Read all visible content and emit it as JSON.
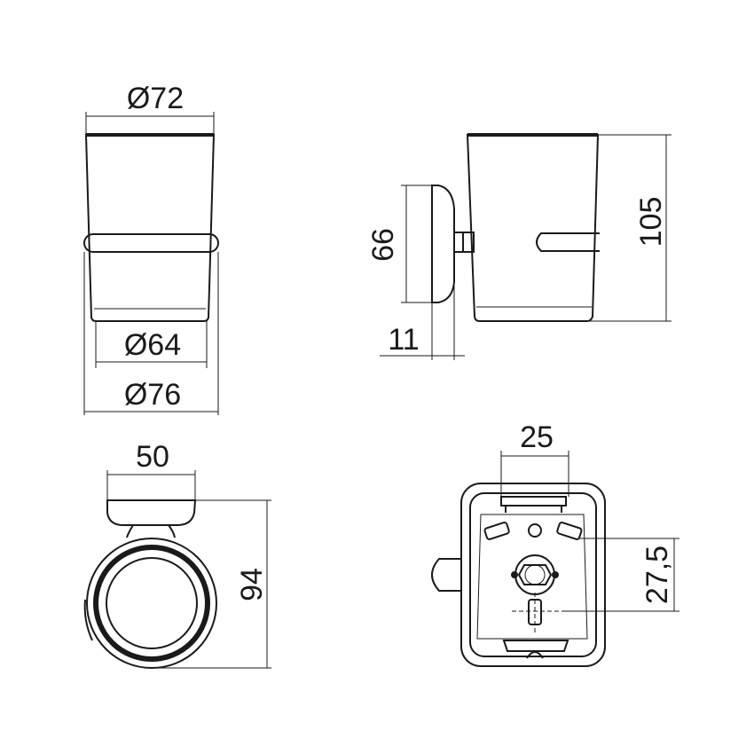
{
  "views": {
    "front": {
      "dims": {
        "top_diameter": "Ø72",
        "bottom_inner_diameter": "Ø64",
        "bottom_outer_diameter": "Ø76"
      }
    },
    "side": {
      "dims": {
        "plate_height": "66",
        "offset": "11",
        "total_height": "105"
      }
    },
    "top": {
      "dims": {
        "depth": "50",
        "length": "94"
      }
    },
    "back": {
      "dims": {
        "hole_spacing": "25",
        "hole_height": "27,5"
      }
    }
  },
  "colors": {
    "line": "#1a1a1a",
    "background": "#ffffff"
  }
}
